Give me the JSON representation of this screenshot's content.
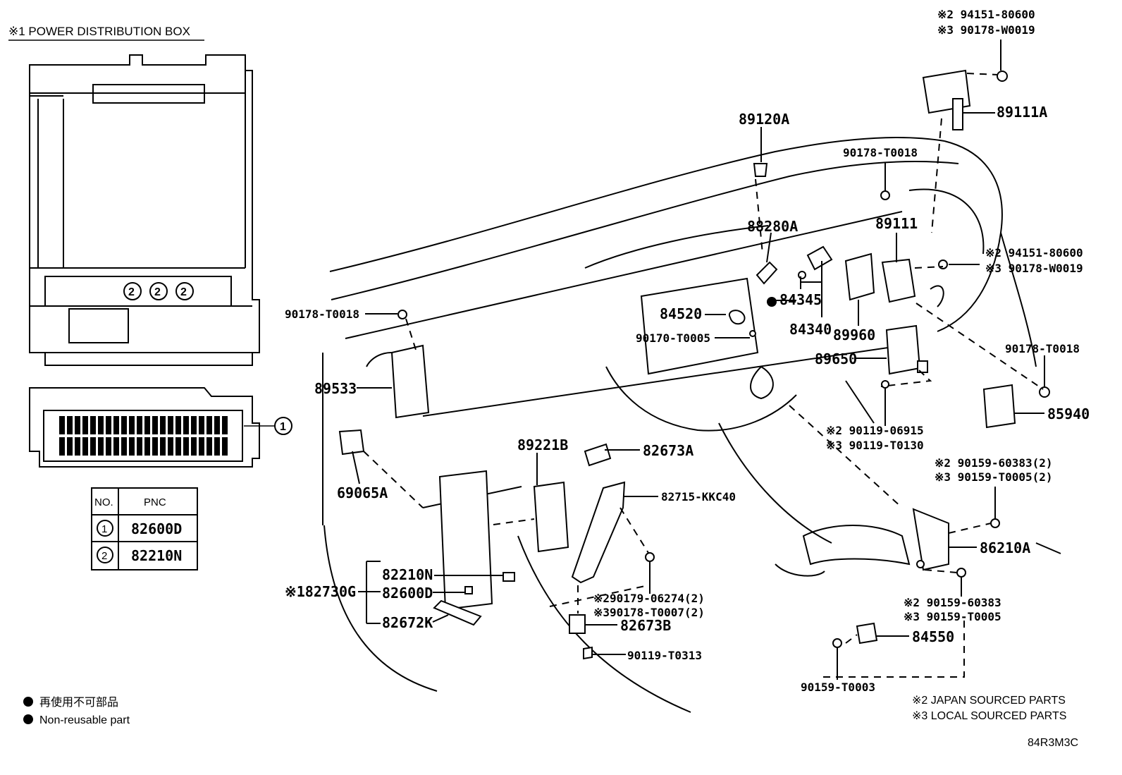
{
  "inset": {
    "title": "※1 POWER DISTRIBUTION BOX",
    "callout_1": "1",
    "callout_2": "2",
    "table": {
      "headers": [
        "NO.",
        "PNC"
      ],
      "rows": [
        {
          "no": "1",
          "pnc": "82600D"
        },
        {
          "no": "2",
          "pnc": "82210N"
        }
      ]
    }
  },
  "labels": {
    "top_right_1": "※2 94151-80600",
    "top_right_2": "※3 90178-W0019",
    "p89111A": "89111A",
    "p89120A": "89120A",
    "p90178_T0018_top": "90178-T0018",
    "p89111": "89111",
    "right_mid_1": "※2 94151-80600",
    "right_mid_2": "※3 90178-W0019",
    "p88280A": "88280A",
    "p84345": "84345",
    "p84520": "84520",
    "p84340": "84340",
    "p89960": "89960",
    "p90170_T0005": "90170-T0005",
    "p90178_T0018_left": "90178-T0018",
    "p89650": "89650",
    "p90178_T0018_right": "90178-T0018",
    "p89533": "89533",
    "p85940": "85940",
    "bolt_1": "※2 90119-06915",
    "bolt_2": "※3 90119-T0130",
    "p89221B": "89221B",
    "p82673A": "82673A",
    "p69065A": "69065A",
    "p82715": "82715-KKC40",
    "screw_1": "※2 90159-60383(2)",
    "screw_2": "※3 90159-T0005(2)",
    "p86210A": "86210A",
    "p82210N": "82210N",
    "p82730G": "※182730G",
    "p82600D": "82600D",
    "p82672K": "82672K",
    "clip_1": "※290179-06274(2)",
    "clip_2": "※390178-T0007(2)",
    "p82673B": "82673B",
    "p90119_T0313": "90119-T0313",
    "screw_3": "※2 90159-60383",
    "screw_4": "※3 90159-T0005",
    "p84550": "84550",
    "p90159_T0003": "90159-T0003"
  },
  "legend": {
    "jp": "再使用不可部品",
    "en": "Non-reusable part"
  },
  "notes": {
    "japan": "※2 JAPAN SOURCED PARTS",
    "local": "※3 LOCAL SOURCED PARTS"
  },
  "figure_code": "84R3M3C"
}
